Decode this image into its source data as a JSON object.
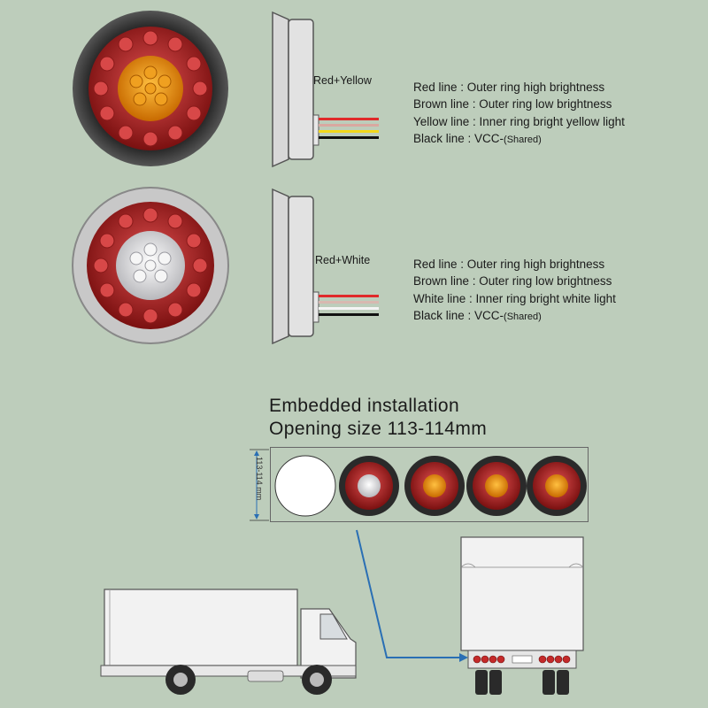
{
  "variants": [
    {
      "wire_label": "Red+Yellow",
      "inner_color": "#e08c10",
      "wires": [
        "#e02a2a",
        "#d9a8a0",
        "#f2d81c",
        "#111111"
      ],
      "lines": [
        {
          "text": "Red line : Outer ring high brightness"
        },
        {
          "text": "Brown line : Outer ring low brightness"
        },
        {
          "text": "Yellow line : Inner ring bright yellow light"
        },
        {
          "text": "Black line : VCC-",
          "note": "(Shared)"
        }
      ]
    },
    {
      "wire_label": "Red+White",
      "inner_color": "#e8e8ea",
      "wires": [
        "#e02a2a",
        "#d8b8b0",
        "#f4f4f4",
        "#111111"
      ],
      "lines": [
        {
          "text": "Red line : Outer ring high brightness"
        },
        {
          "text": "Brown line : Outer ring low brightness"
        },
        {
          "text": "White line : Inner ring bright white light"
        },
        {
          "text": "Black line : VCC-",
          "note": "(Shared)"
        }
      ]
    }
  ],
  "installation": {
    "title_line1": "Embedded installation",
    "title_line2": "Opening size 113-114mm",
    "dimension_label": "113-114 mm",
    "lamps": [
      "white",
      "amber",
      "amber",
      "amber"
    ]
  },
  "colors": {
    "background": "#bdcdbb",
    "led_red": "#c42a2a",
    "amber": "#e08c10",
    "arrow": "#2a6fb4"
  }
}
